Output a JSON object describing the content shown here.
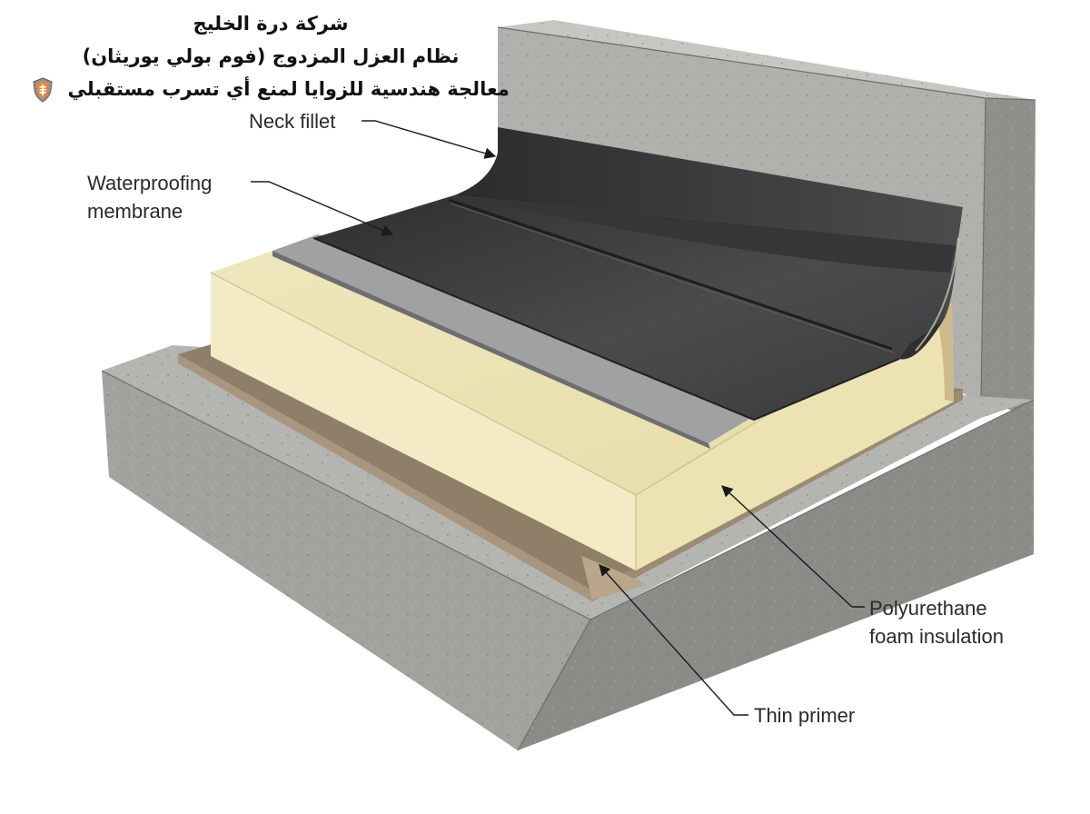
{
  "header": {
    "company": "شركة درة الخليج",
    "system": "نظام العزل المزدوج (فوم بولي يوريثان)",
    "tagline": "معالجة هندسية للزوايا لمنع أي تسرب مستقبلي",
    "badge_icon": "shield-icon"
  },
  "labels": {
    "neck_fillet": "Neck fillet",
    "waterproofing_membrane_line1": "Waterproofing",
    "waterproofing_membrane_line2": "membrane",
    "pu_foam_line1": "Polyurethane",
    "pu_foam_line2": "foam insulation",
    "thin_primer": "Thin primer"
  },
  "colors": {
    "concrete": "#a9a9a6",
    "membrane": "#3c3d3e",
    "membrane_lap": "#9a9c9e",
    "foam": "#f1e9c3",
    "primer": "#9c8a72",
    "shield": "#e08a3c"
  }
}
